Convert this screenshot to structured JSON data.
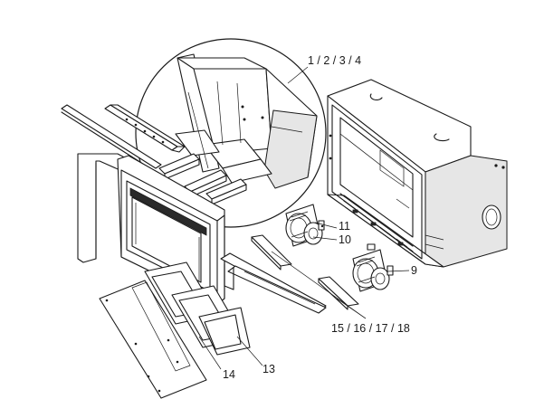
{
  "diagram": {
    "callouts": [
      {
        "id": "c1",
        "text": "1 / 2 / 3 / 4"
      },
      {
        "id": "c11",
        "text": "11"
      },
      {
        "id": "c10",
        "text": "10"
      },
      {
        "id": "c9",
        "text": "9"
      },
      {
        "id": "c15",
        "text": "15 / 16 / 17 / 18"
      },
      {
        "id": "c14",
        "text": "14"
      },
      {
        "id": "c13",
        "text": "13"
      }
    ]
  }
}
